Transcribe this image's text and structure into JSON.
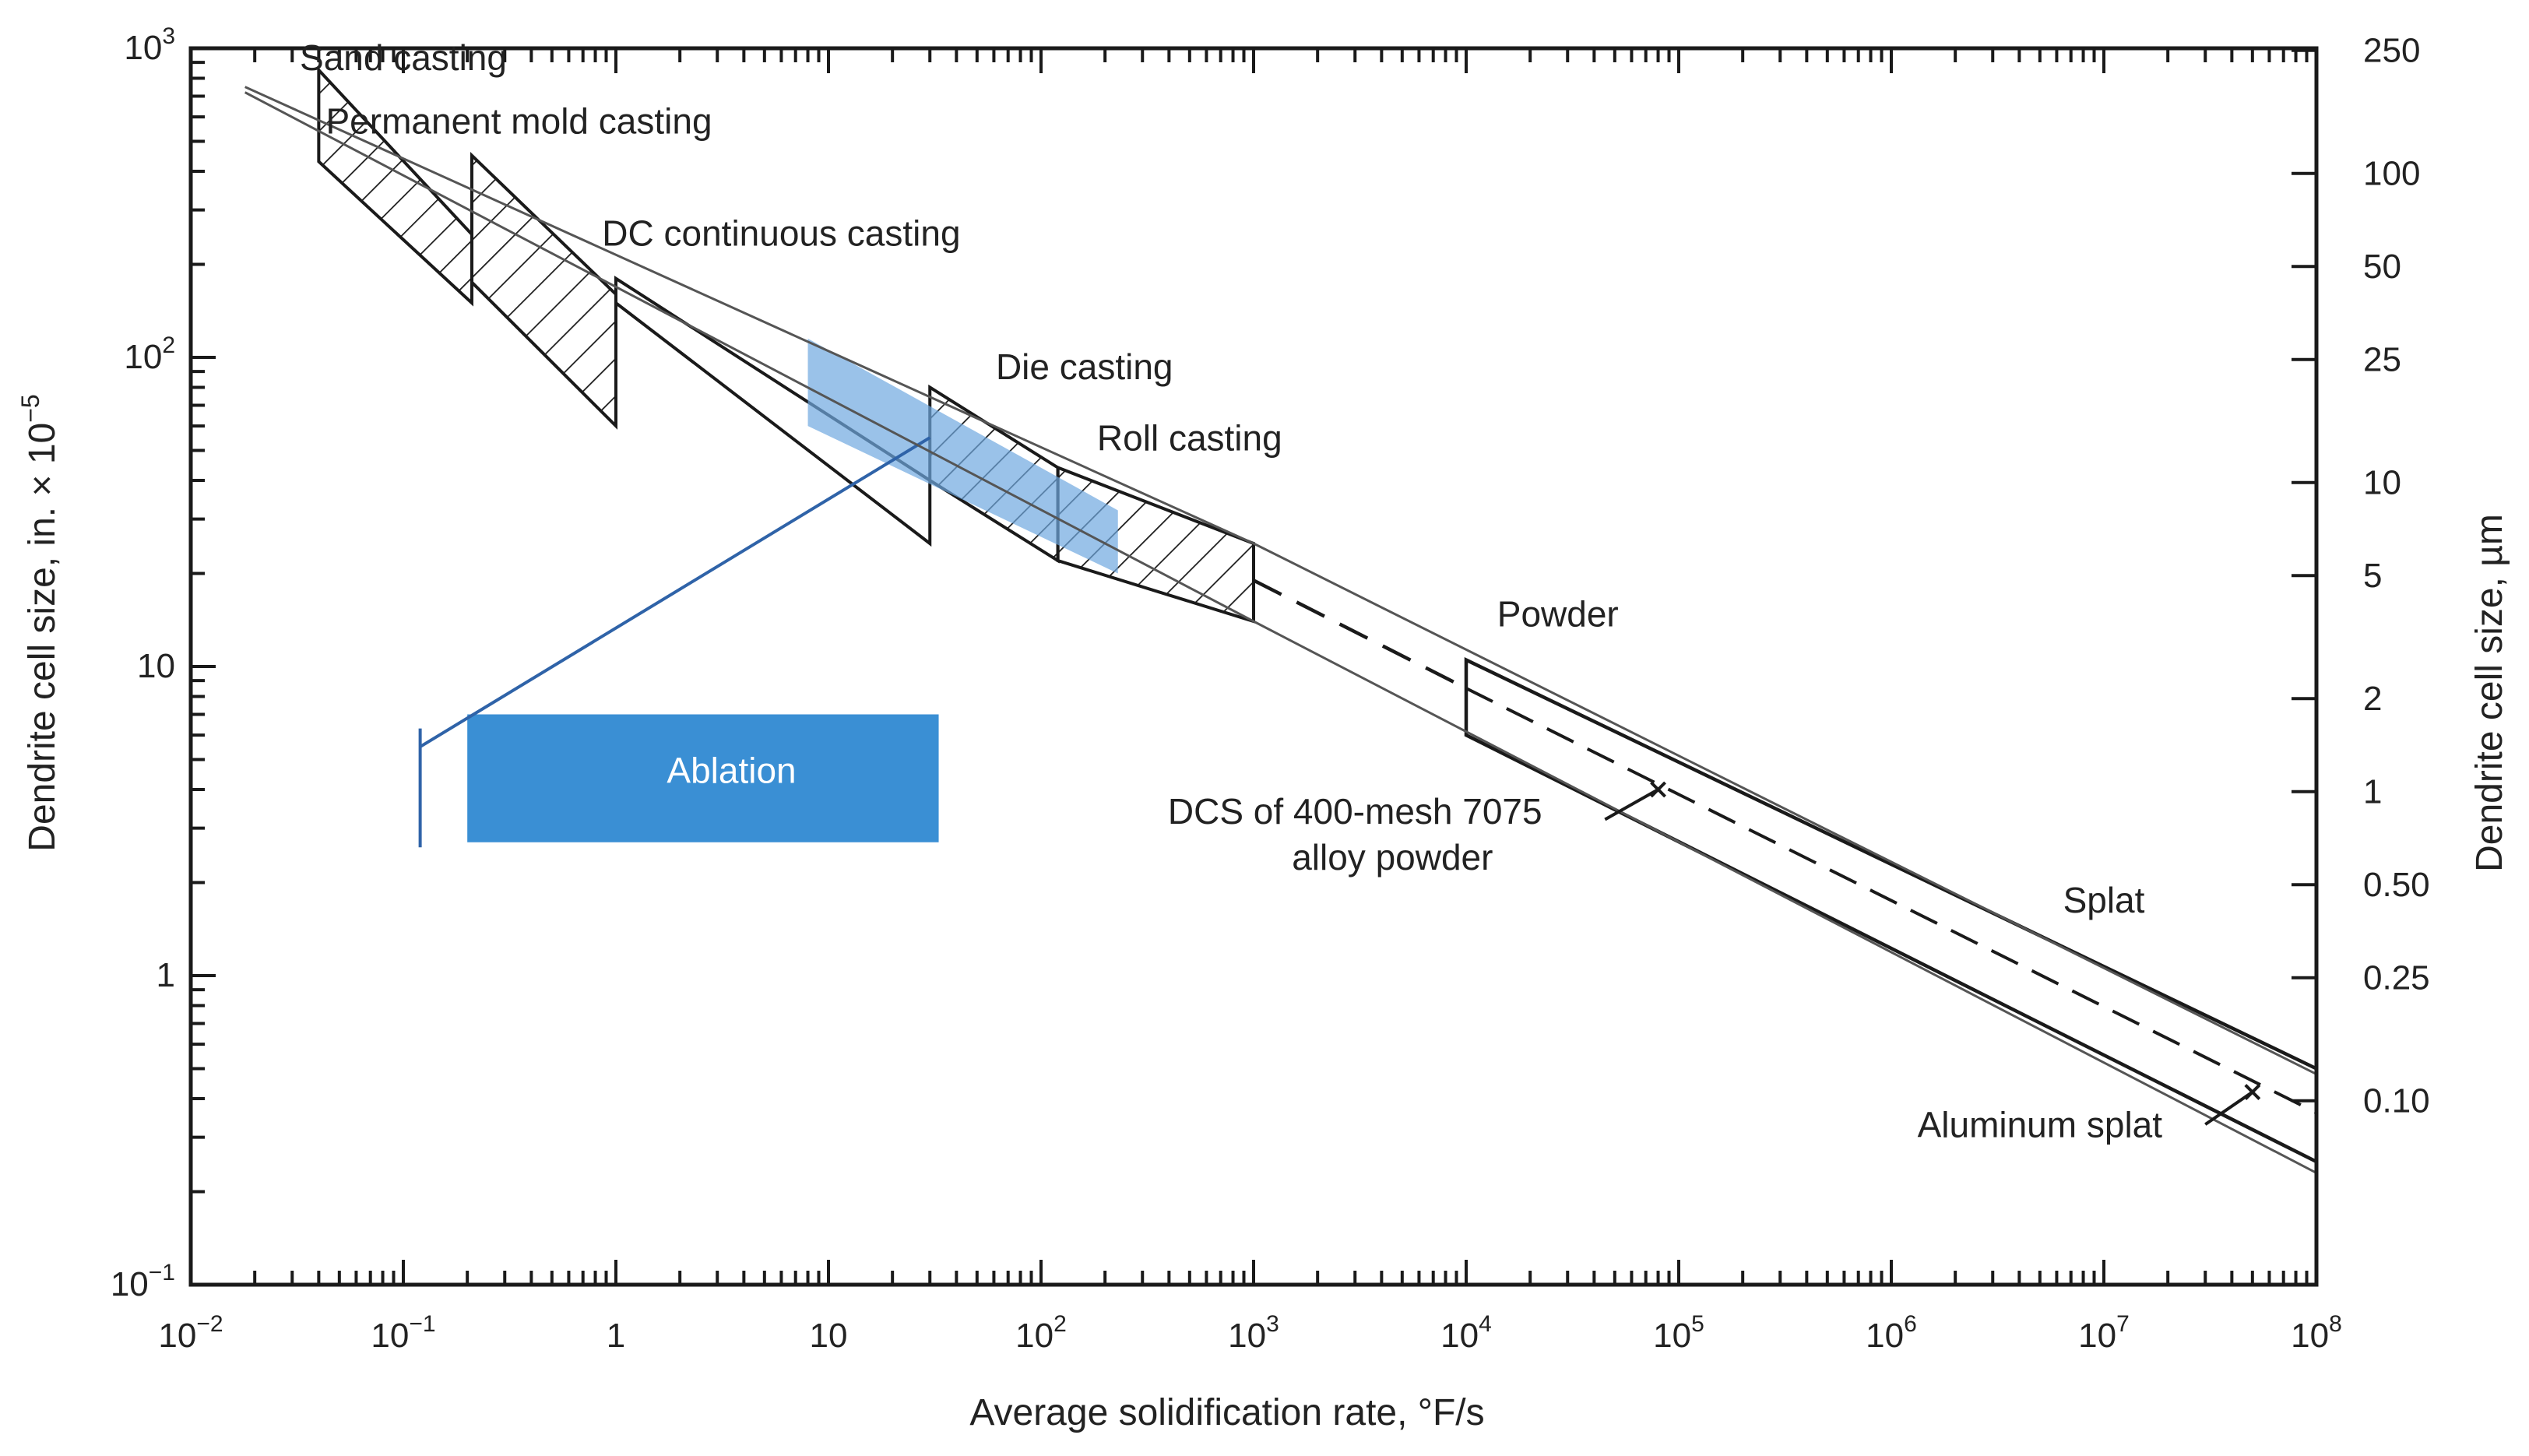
{
  "chart_data": {
    "type": "scatter",
    "xlabel": "Average solidification rate, °F/s",
    "ylabel_left": "Dendrite cell size, in. × 10",
    "ylabel_left_exp": "−5",
    "ylabel_right": "Dendrite cell size, µm",
    "x_scale": "log",
    "y_scale": "log",
    "xlim": [
      0.01,
      100000000
    ],
    "ylim": [
      0.1,
      1000
    ],
    "x_ticks": [
      {
        "value": 0.01,
        "base": "10",
        "exp": "−2"
      },
      {
        "value": 0.1,
        "base": "10",
        "exp": "−1"
      },
      {
        "value": 1,
        "base": "1",
        "exp": ""
      },
      {
        "value": 10,
        "base": "10",
        "exp": ""
      },
      {
        "value": 100,
        "base": "10",
        "exp": "2"
      },
      {
        "value": 1000,
        "base": "10",
        "exp": "3"
      },
      {
        "value": 10000,
        "base": "10",
        "exp": "4"
      },
      {
        "value": 100000,
        "base": "10",
        "exp": "5"
      },
      {
        "value": 1000000,
        "base": "10",
        "exp": "6"
      },
      {
        "value": 10000000,
        "base": "10",
        "exp": "7"
      },
      {
        "value": 100000000,
        "base": "10",
        "exp": "8"
      }
    ],
    "y_ticks_left": [
      {
        "value": 1000,
        "base": "10",
        "exp": "3"
      },
      {
        "value": 100,
        "base": "10",
        "exp": "2"
      },
      {
        "value": 10,
        "base": "10",
        "exp": ""
      },
      {
        "value": 1,
        "base": "1",
        "exp": ""
      },
      {
        "value": 0.1,
        "base": "10",
        "exp": "−1"
      }
    ],
    "y_ticks_right": [
      {
        "um": 250,
        "label": "250"
      },
      {
        "um": 100,
        "label": "100"
      },
      {
        "um": 50,
        "label": "50"
      },
      {
        "um": 25,
        "label": "25"
      },
      {
        "um": 10,
        "label": "10"
      },
      {
        "um": 5,
        "label": "5"
      },
      {
        "um": 2,
        "label": "2"
      },
      {
        "um": 1,
        "label": "1"
      },
      {
        "um": 0.5,
        "label": "0.50"
      },
      {
        "um": 0.25,
        "label": "0.25"
      },
      {
        "um": 0.1,
        "label": "0.10"
      }
    ],
    "trend_upper": [
      [
        0.018,
        750
      ],
      [
        1000,
        25
      ],
      [
        100000000,
        0.48
      ]
    ],
    "trend_lower": [
      [
        0.018,
        720
      ],
      [
        1000,
        14
      ],
      [
        100000000,
        0.23
      ]
    ],
    "regions": [
      {
        "name": "Sand casting",
        "x": [
          0.04,
          0.21
        ],
        "upper": [
          850,
          250
        ],
        "lower": [
          430,
          150
        ],
        "hatch": true,
        "label_at": [
          0.1,
          850
        ]
      },
      {
        "name": "Permanent mold casting",
        "x": [
          0.21,
          1.0
        ],
        "upper": [
          450,
          160
        ],
        "lower": [
          175,
          60
        ],
        "hatch": true,
        "label_at": [
          0.35,
          530
        ]
      },
      {
        "name": "DC continuous casting",
        "x": [
          1.0,
          30
        ],
        "upper": [
          180,
          40
        ],
        "lower": [
          150,
          25
        ],
        "hatch": false,
        "label_at": [
          6,
          230
        ]
      },
      {
        "name": "Die casting",
        "x": [
          30,
          120
        ],
        "upper": [
          80,
          44
        ],
        "lower": [
          40,
          22
        ],
        "hatch": true,
        "label_at": [
          160,
          85
        ]
      },
      {
        "name": "Roll casting",
        "x": [
          120,
          1000
        ],
        "upper": [
          44,
          25
        ],
        "lower": [
          22,
          14
        ],
        "hatch": true,
        "label_at": [
          500,
          50
        ]
      }
    ],
    "dashed_extension": [
      [
        1000,
        19
      ],
      [
        10000,
        8.5
      ]
    ],
    "powder_splat_band": {
      "x": [
        10000,
        100000000
      ],
      "upper": [
        10.5,
        0.5
      ],
      "lower": [
        6,
        0.25
      ],
      "dashed_center": [
        [
          10000,
          8.5
        ],
        [
          100000000,
          0.36
        ]
      ]
    },
    "highlight_ablation_overlay": {
      "x": [
        8,
        230
      ],
      "upper": [
        115,
        32
      ],
      "lower": [
        60,
        20
      ],
      "color": "#6fa8e0"
    },
    "highlight_ablation_box": {
      "x": [
        0.2,
        33
      ],
      "y": [
        2.7,
        7.0
      ],
      "color": "#3a8fd4"
    },
    "ablation_connector": [
      [
        0.12,
        5.5
      ],
      [
        30,
        55
      ]
    ],
    "ablation_bar": {
      "x": 0.12,
      "y": [
        2.6,
        6.3
      ]
    },
    "markers": [
      {
        "name": "dcs-400-mesh",
        "x": 80000,
        "y": 4.0
      },
      {
        "name": "aluminum-splat",
        "x": 50000000,
        "y": 0.42
      }
    ],
    "annotations": [
      {
        "text": "Ablation",
        "x": 3.5,
        "y": 4.2,
        "color": "#ffffff"
      },
      {
        "text": "Powder",
        "x": 27000,
        "y": 13.5
      },
      {
        "text": "DCS of 400-mesh 7075",
        "x": 3000,
        "y": 3.1
      },
      {
        "text": "alloy powder",
        "x": 4500,
        "y": 2.2
      },
      {
        "text": "Splat",
        "x": 10000000,
        "y": 1.6
      },
      {
        "text": "Aluminum splat",
        "x": 5000000,
        "y": 0.3
      }
    ],
    "pointers": [
      {
        "from": [
          45000,
          3.2
        ],
        "to": [
          80000,
          4.0
        ]
      },
      {
        "from": [
          30000000,
          0.33
        ],
        "to": [
          50000000,
          0.42
        ]
      }
    ],
    "grid": false,
    "legend": "none",
    "colors": {
      "ink": "#1a1a1a",
      "trend": "#555555",
      "overlay": "#6fa8e0",
      "ablation": "#3a8fd4",
      "connector": "#2f63a8"
    }
  }
}
